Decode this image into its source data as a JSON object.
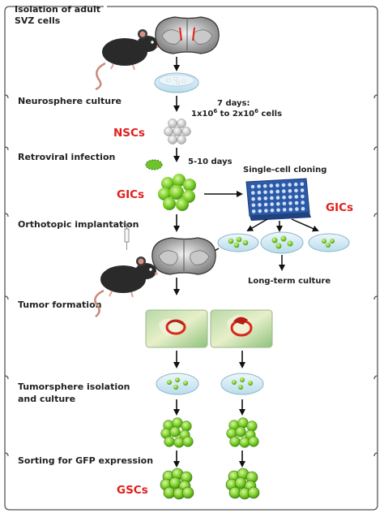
{
  "steps": {
    "isolation_line1": "Isolation of adult",
    "isolation_line2": "SVZ cells",
    "neurosphere": "Neurosphere culture",
    "retroviral": "Retroviral infection",
    "orthotopic": "Orthotopic implantation",
    "tumor": "Tumor formation",
    "tumorsphere_line1": "Tumorsphere isolation",
    "tumorsphere_line2": "and culture",
    "sorting": "Sorting for GFP expression"
  },
  "cell_types": {
    "nsc": "NSCs",
    "gic_left": "GICs",
    "gic_right": "GICs",
    "gsc": "GSCs"
  },
  "notes": {
    "culture_days": "7 days:",
    "culture_cells": "1x10",
    "culture_exp1": "6",
    "culture_to": " to 2x10",
    "culture_exp2": "6",
    "culture_suffix": " cells",
    "infection_days": "5-10 days",
    "single_cell": "Single-cell cloning",
    "long_term": "Long-term culture"
  },
  "colors": {
    "cell_type_label": "#e0201c",
    "gfp_green": "#7dcf2a",
    "plate_blue": "#2d5aa8",
    "dish_blue": "#cfe7f2",
    "frame": "#555555"
  }
}
